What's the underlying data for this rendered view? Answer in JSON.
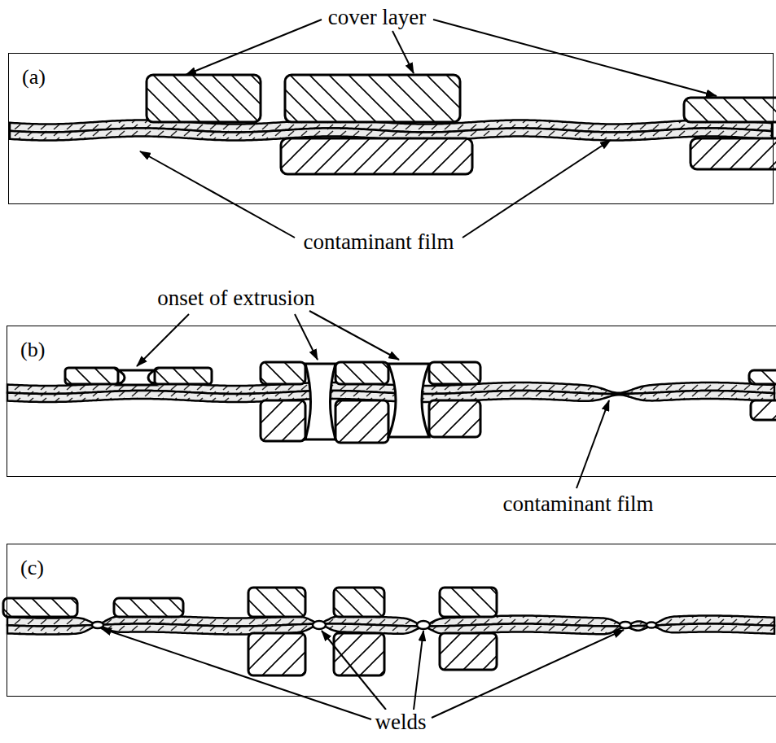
{
  "diagram": {
    "nodes": [
      {
        "text": [
          "(a)"
        ]
      },
      {
        "text": [
          "(b)"
        ]
      },
      {
        "text": [
          "(c)"
        ]
      }
    ],
    "labels": [
      "cover layer",
      "contaminant film",
      "onset of extrusion",
      "contaminant film",
      "welds"
    ]
  }
}
